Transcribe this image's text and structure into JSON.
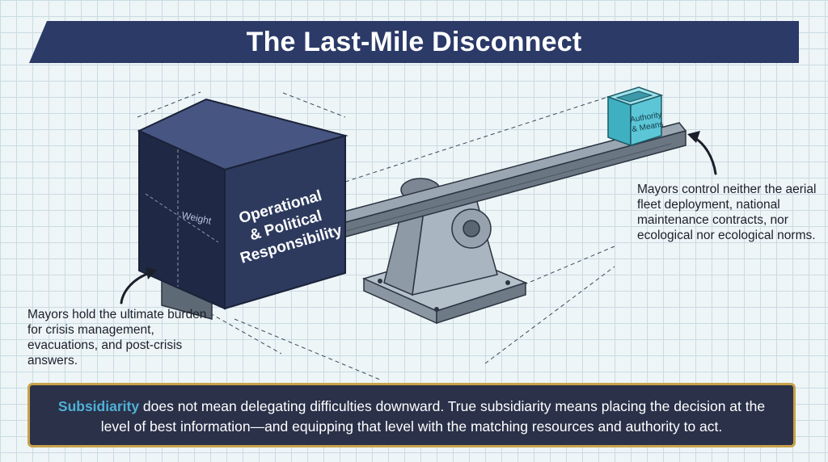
{
  "title": "The Last-Mile Disconnect",
  "left_block": {
    "label_lines": [
      "Operational",
      "& Political",
      "Responsibility"
    ],
    "side_label": "Weight"
  },
  "right_block": {
    "label_lines": [
      "Authority",
      "& Means"
    ]
  },
  "left_note": "Mayors hold the ultimate burden for crisis management, evacuations, and post-crisis answers.",
  "right_note": "Mayors control neither the aerial fleet deployment, national maintenance contracts, nor ecological nor ecological norms.",
  "footer": {
    "highlight": "Subsidiarity",
    "text": " does not mean delegating difficulties downward. True subsidiarity means placing the decision at the level of best information—and equipping that level with the matching resources and authority to act."
  },
  "colors": {
    "banner": "#2b3a67",
    "heavy_block": "#2d3a5e",
    "light_block": "#5cc6d6",
    "beam": "#7c8793",
    "footer_bg": "#2a3149",
    "footer_border": "#c8a24a",
    "highlight": "#4fb0d6"
  }
}
